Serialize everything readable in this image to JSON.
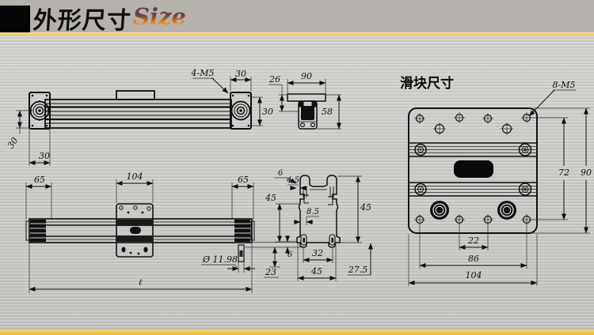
{
  "header": {
    "title_cn": "外形尺寸",
    "title_en": "Size"
  },
  "colors": {
    "accent_gold": "#EFBE4A",
    "ink": "#111111",
    "header_bg": "#B5B2AE",
    "metal_base": "#C9C8C5",
    "size_gradient_top": "#4E3B57",
    "size_gradient_bottom": "#FF9C1E"
  },
  "carriage_section": {
    "title": "滑块尺寸"
  },
  "side_view": {
    "thread_label": "4-M5",
    "dim_top": "30",
    "dim_right": "30",
    "dim_left": "30",
    "dim_bottom": "30"
  },
  "end_view": {
    "dim_offset": "26",
    "dim_width": "90",
    "dim_height": "58"
  },
  "carriage_view": {
    "thread_label": "8-M5",
    "dim_hole_span_v": "72",
    "dim_height": "90",
    "dim_hole_pitch": "22",
    "dim_hole_span_h": "86",
    "dim_width": "104"
  },
  "top_view": {
    "dim_left_end": "65",
    "dim_carriage": "104",
    "dim_right_end": "65",
    "dim_shaft_dia": "Ø 11.98",
    "dim_length": "ℓ"
  },
  "section_view": {
    "dim_top_6": "6",
    "dim_top_45": "4.5",
    "dim_left_45": "45",
    "dim_mid_85": "8.5",
    "dim_low_6": "6",
    "dim_low_23": "23",
    "dim_bottom_32": "32",
    "dim_bottom_45": "45",
    "dim_right_45": "45",
    "dim_right_275": "27.5"
  }
}
